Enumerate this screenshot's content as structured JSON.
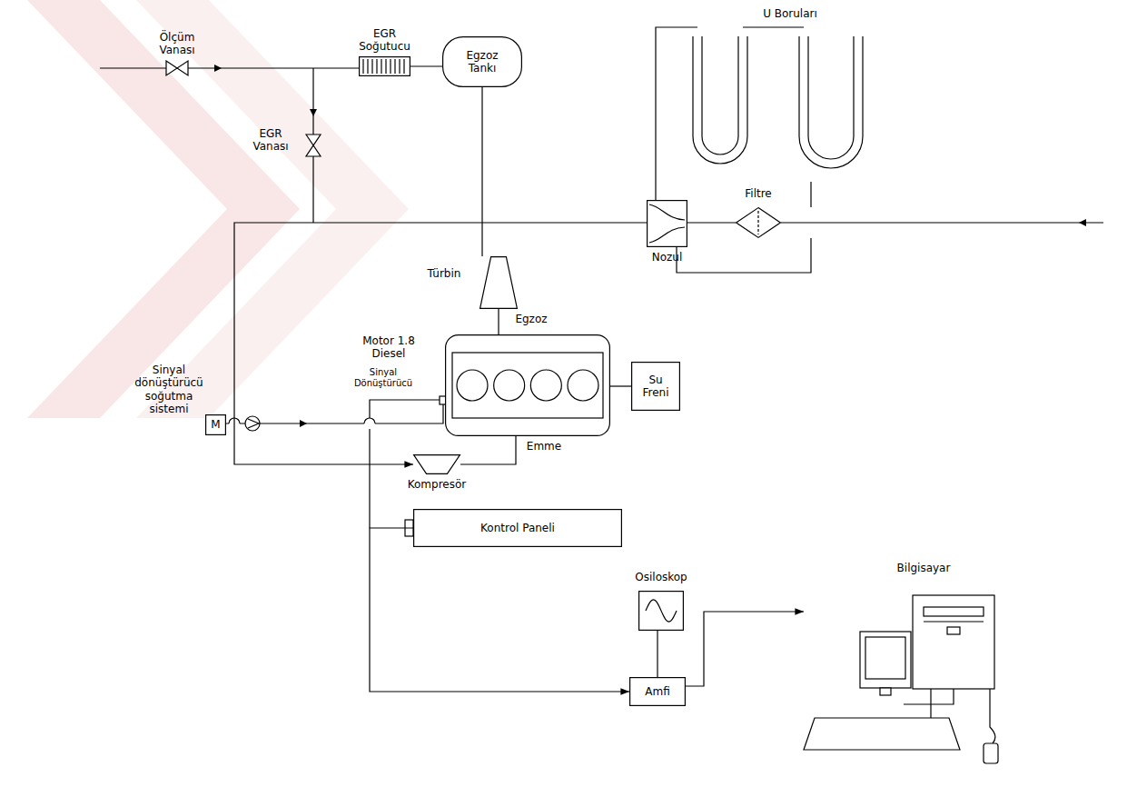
{
  "diagram": {
    "nodes": [
      {
        "text": [
          "EGR Soğutucu"
        ]
      },
      {
        "text": [
          "Egzoz Tankı"
        ]
      },
      {
        "text": [
          "Nozul"
        ]
      },
      {
        "text": [
          "Filtre"
        ]
      },
      {
        "text": [
          "Türbin"
        ]
      },
      {
        "text": [
          "Motor 1.8 Diesel"
        ]
      },
      {
        "text": [
          "Su Freni"
        ]
      },
      {
        "text": [
          "M"
        ]
      },
      {
        "text": [
          "Kompresör"
        ]
      },
      {
        "text": [
          "Kontrol Paneli"
        ]
      },
      {
        "text": [
          "Osiloskop"
        ]
      },
      {
        "text": [
          "Amfi"
        ]
      },
      {
        "text": [
          "Bilgisayar"
        ]
      }
    ],
    "edges": [
      {
        "from": 0,
        "to": 1,
        "arrow": "none"
      },
      {
        "from": 1,
        "to": 4,
        "arrow": "none"
      },
      {
        "from": 4,
        "to": 5,
        "arrow": "none"
      },
      {
        "from": 3,
        "to": 2,
        "arrow": "none"
      },
      {
        "from": 2,
        "to": 8,
        "arrow": "to"
      },
      {
        "from": 8,
        "to": 5,
        "arrow": "none"
      },
      {
        "from": 5,
        "to": 6,
        "arrow": "none"
      },
      {
        "from": 9,
        "to": 11,
        "arrow": "to"
      },
      {
        "from": 11,
        "to": 10,
        "arrow": "none"
      },
      {
        "from": 11,
        "to": 12,
        "arrow": "to"
      }
    ],
    "labels": [
      "U Boruları",
      "Ölçüm Vanası",
      "EGR Vanası",
      "Egzoz",
      "Emme",
      "Sinyal Dönüştürücü",
      "Sinyal dönüştürücü soğutma sistemi"
    ]
  }
}
